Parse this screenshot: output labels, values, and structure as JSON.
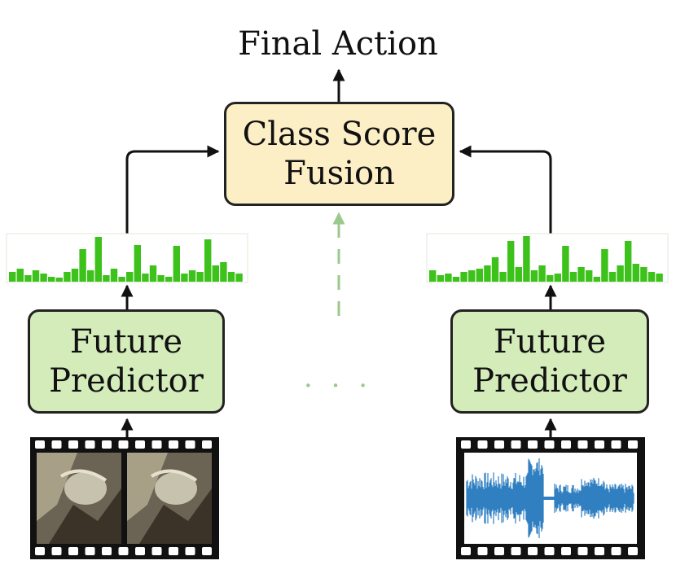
{
  "title": "Final Action",
  "fusion_box": {
    "line1": "Class Score",
    "line2": "Fusion",
    "fill": "#fcefc6"
  },
  "predictor_left": {
    "line1": "Future",
    "line2": "Predictor",
    "fill": "#d4ebba"
  },
  "predictor_right": {
    "line1": "Future",
    "line2": "Predictor",
    "fill": "#d4ebba"
  },
  "ellipsis": "· · ·",
  "colors": {
    "bar": "#3cc21a",
    "waveform": "#2f7fc1",
    "filmstrip": "#111111",
    "dashed": "#9bc98b"
  },
  "inputs": {
    "left": "video-frames",
    "right": "audio-waveform"
  }
}
